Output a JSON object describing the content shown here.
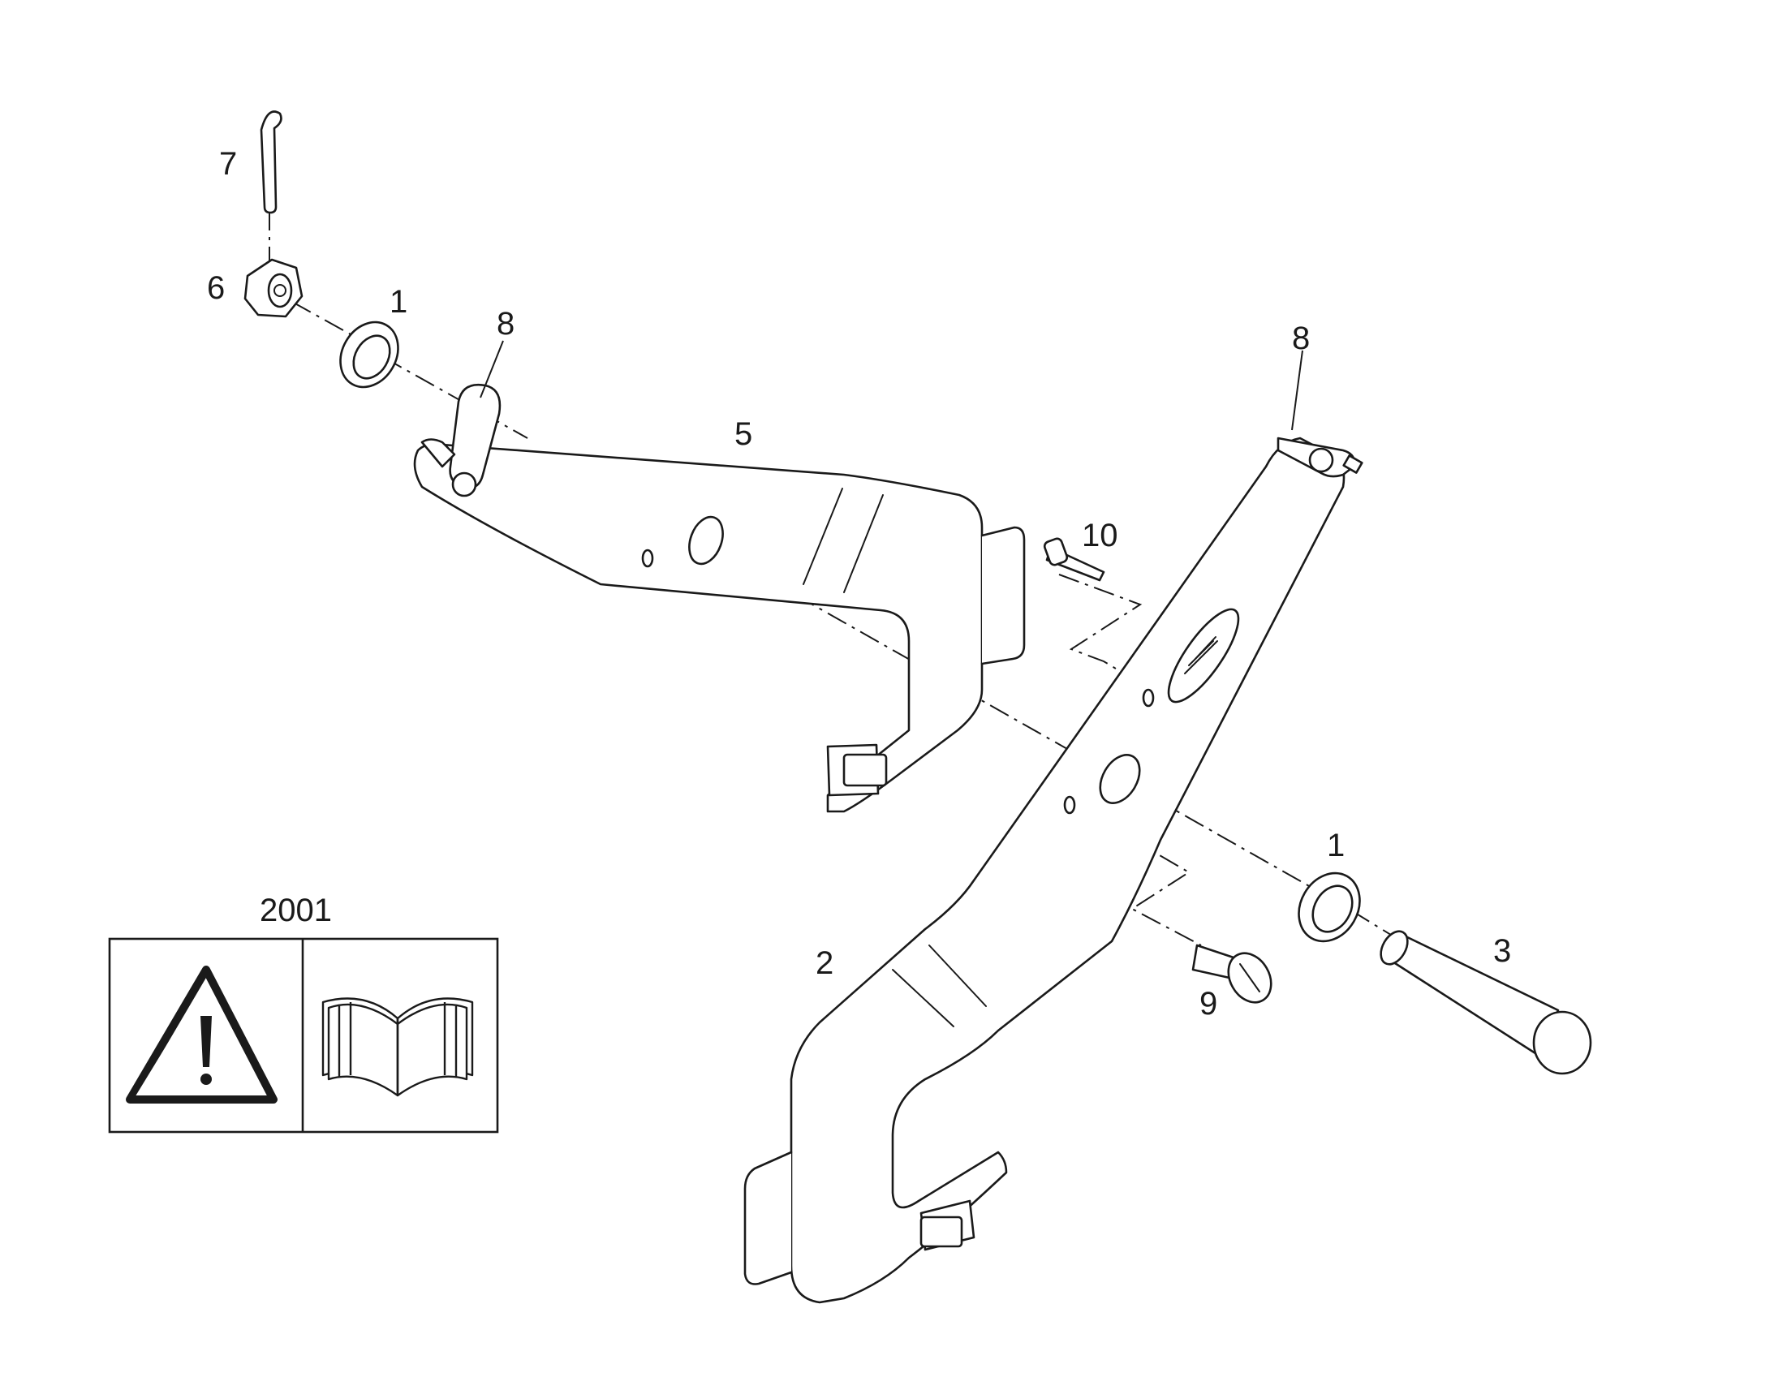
{
  "callouts": {
    "c1_top": "1",
    "c1_bottom": "1",
    "c2": "2",
    "c3": "3",
    "c5": "5",
    "c6": "6",
    "c7": "7",
    "c8_left": "8",
    "c8_right": "8",
    "c9": "9",
    "c10": "10",
    "c2001": "2001"
  },
  "icons": {
    "warning": "warning-triangle-icon",
    "manual": "open-book-icon"
  }
}
